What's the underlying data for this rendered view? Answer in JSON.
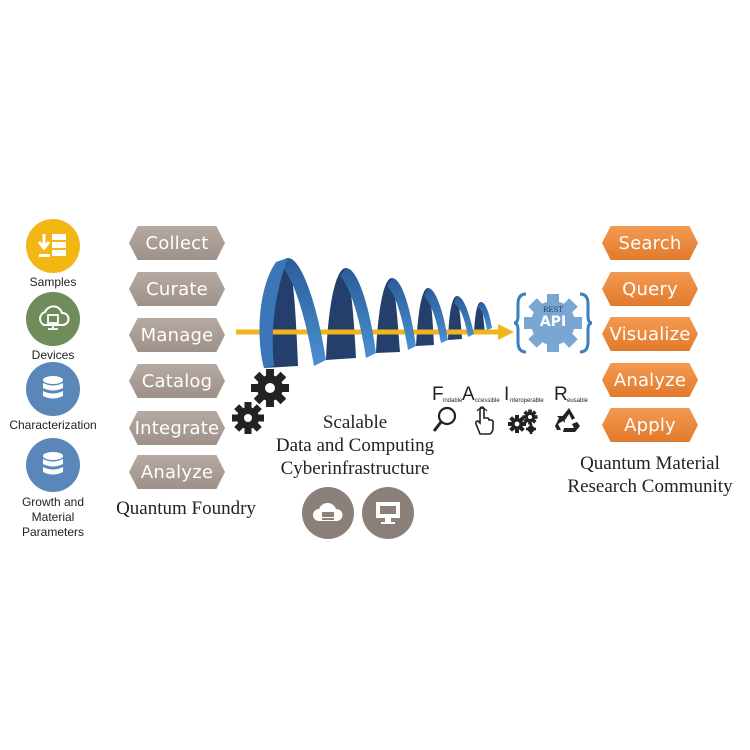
{
  "sources": [
    {
      "label": "Samples",
      "icon": "download-server-icon",
      "color": "#f2b713"
    },
    {
      "label": "Devices",
      "icon": "cloud-device-icon",
      "color": "#6f8c5a"
    },
    {
      "label": "Characterization",
      "icon": "database-icon",
      "color": "#5b86b9"
    },
    {
      "label_lines": [
        "Growth and",
        "Material",
        "Parameters"
      ],
      "icon": "database-icon",
      "color": "#5b86b9"
    }
  ],
  "foundry": {
    "steps": [
      "Collect",
      "Curate",
      "Manage",
      "Catalog",
      "Integrate",
      "Analyze"
    ],
    "title": "Quantum Foundry"
  },
  "infrastructure": {
    "title_lines": [
      "Scalable",
      "Data and Computing",
      "Cyberinfrastructure"
    ]
  },
  "api": {
    "top": "REST",
    "main": "API"
  },
  "fair": [
    {
      "letter": "F",
      "word": "indable",
      "icon": "magnifier-icon"
    },
    {
      "letter": "A",
      "word": "ccessible",
      "icon": "pointer-hand-icon"
    },
    {
      "letter": "I",
      "word": "nteroperable",
      "icon": "gears-icon"
    },
    {
      "letter": "R",
      "word": "eusable",
      "icon": "recycle-icon"
    }
  ],
  "community": {
    "steps": [
      "Search",
      "Query",
      "Visualize",
      "Analyze",
      "Apply"
    ],
    "title_lines": [
      "Quantum Material",
      "Research Community"
    ]
  },
  "colors": {
    "grey_tag": "#a89b94",
    "orange_tag": "#ec8a3e",
    "helix": "#3d7ec1",
    "arrow": "#f0b41c"
  }
}
